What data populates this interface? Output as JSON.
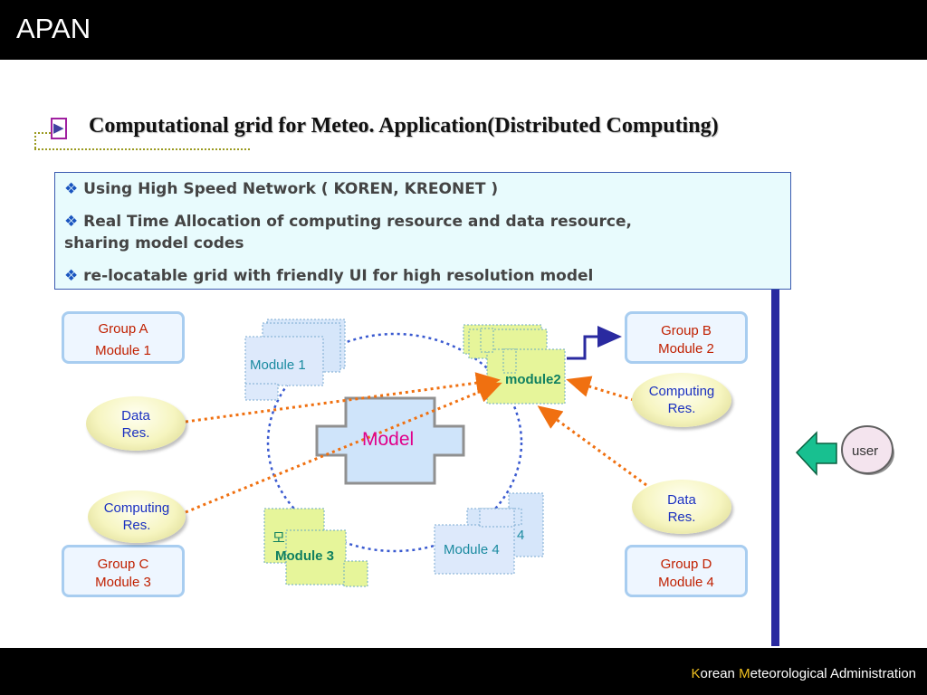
{
  "header": {
    "title": "APAN"
  },
  "footer": {
    "k": "K",
    "orean": "orean ",
    "m": "M",
    "rest": "eteorological Administration"
  },
  "heading": {
    "text": "Computational grid for Meteo. Application(Distributed Computing)"
  },
  "info": {
    "mark": "❖",
    "bullets": [
      "Using High Speed Network ( KOREN, KREONET )",
      "Real Time Allocation of computing resource and data resource,",
      "sharing model codes",
      "re-locatable grid with friendly UI for high resolution model"
    ]
  },
  "groups": {
    "a": {
      "line1": "Group A",
      "line2": "Module  1"
    },
    "b": {
      "line1": "Group B",
      "line2": "Module 2"
    },
    "c": {
      "line1": "Group C",
      "line2": "Module 3"
    },
    "d": {
      "line1": "Group D",
      "line2": "Module 4"
    }
  },
  "resources": {
    "data_left": {
      "line1": "Data",
      "line2": "Res."
    },
    "computing_left": {
      "line1": "Computing",
      "line2": "Res."
    },
    "computing_right": {
      "line1": "Computing",
      "line2": "Res."
    },
    "data_right": {
      "line1": "Data",
      "line2": "Res."
    }
  },
  "modules": {
    "m1": "Module 1",
    "m2": "module2",
    "m3_back": "모",
    "m3": "Module 3",
    "m4_back": "4",
    "m4": "Module 4"
  },
  "center": {
    "model": "Model"
  },
  "user": {
    "label": "user"
  },
  "colors": {
    "header_bg": "#000000",
    "info_bg": "#e8fbfd",
    "vertical_bar": "#2a2aa0",
    "dotted_arrow": "#f07010",
    "circle": "#3a5ad0",
    "group_text": "#c02000",
    "resource_text": "#1a30c0",
    "model_text": "#e0008a",
    "user_arrow": "#18c090"
  }
}
